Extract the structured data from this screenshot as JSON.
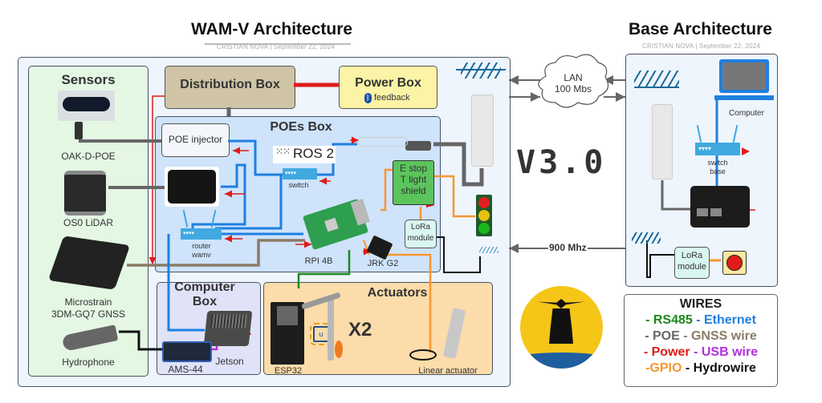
{
  "wamv": {
    "title": "WAM-V Architecture",
    "subtitle": "CRISTIAN NOVA  |  September 22, 2024"
  },
  "base": {
    "title": "Base Architecture",
    "subtitle": "CRISTIAN NOVA  |  September 22, 2024",
    "computer_label": "Computer",
    "switch_label_1": "switch",
    "switch_label_2": "base",
    "lora_label_1": "LoRa",
    "lora_label_2": "module"
  },
  "sensors": {
    "title": "Sensors",
    "items": [
      {
        "label": "OAK-D-POE"
      },
      {
        "label": "OS0 LiDAR"
      },
      {
        "label": "Microstrain",
        "label2": "3DM-GQ7 GNSS"
      },
      {
        "label": "Hydrophone"
      }
    ]
  },
  "distribution_box": {
    "label": "Distribution Box"
  },
  "power_box": {
    "label": "Power Box",
    "feedback": "feedback",
    "icon": "bluetooth-icon"
  },
  "poes_box": {
    "title": "POEs Box",
    "poe_injector": "POE injector",
    "ros2_logo": "ROS 2",
    "switch_label": "switch",
    "router_label_1": "router",
    "router_label_2": "wamv",
    "rpi_label": "RPI 4B",
    "jrk_label": "JRK G2",
    "estop_1": "E stop",
    "estop_2": "T light",
    "estop_3": "shield",
    "lora_1": "LoRa",
    "lora_2": "module"
  },
  "computer_box": {
    "title_1": "Computer",
    "title_2": "Box",
    "jetson_label": "Jetson",
    "ams_label": "AMS-44"
  },
  "actuators": {
    "title": "Actuators",
    "esp_label": "ESP32",
    "multiplier": "X2",
    "linear_label": "Linear actuator"
  },
  "link": {
    "lan_1": "LAN",
    "lan_2": "100 Mbs",
    "radio": "900 Mhz"
  },
  "version": "V3.0",
  "wires_legend": {
    "title": "WIRES",
    "rows": [
      [
        {
          "text": "- RS485",
          "color": "#1a8a1a"
        },
        {
          "text": " - Ethernet",
          "color": "#1f7fe0"
        }
      ],
      [
        {
          "text": "- POE",
          "color": "#666666"
        },
        {
          "text": " - GNSS wire",
          "color": "#8b7b65"
        }
      ],
      [
        {
          "text": "- Power",
          "color": "#e01b1b"
        },
        {
          "text": " - USB wire",
          "color": "#b030e0"
        }
      ],
      [
        {
          "text": "-GPIO",
          "color": "#f7962f"
        },
        {
          "text": " - Hydrowire",
          "color": "#111111"
        }
      ]
    ]
  },
  "colors": {
    "rs485": "#1a8a1a",
    "ethernet": "#1f7fe0",
    "poe": "#666666",
    "gnss": "#8b7b65",
    "power": "#e01b1b",
    "usb": "#b030e0",
    "gpio": "#f7962f",
    "hydro": "#111111"
  }
}
